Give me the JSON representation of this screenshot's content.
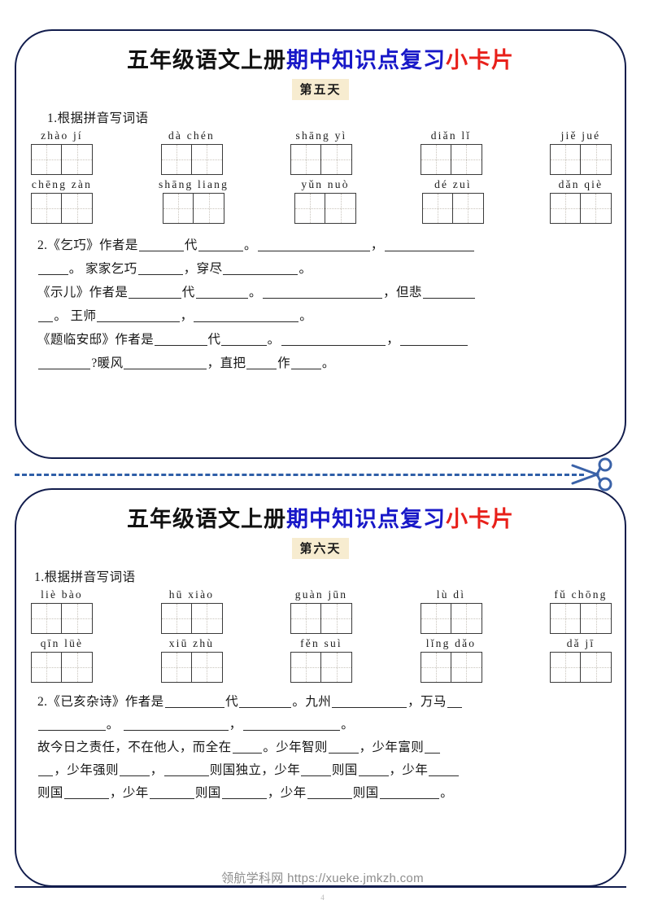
{
  "document": {
    "watermark": "领航学科网 https://xueke.jmkzh.com",
    "page_number": "4"
  },
  "title": {
    "part_black": "五年级语文上册",
    "part_blue": "期中知识点复习",
    "part_red": "小卡片"
  },
  "cut": {
    "scissors_icon": "scissors-icon"
  },
  "cards": [
    {
      "day_label": "第五天",
      "q1": {
        "heading": "1.根据拼音写词语",
        "rows": [
          [
            {
              "pinyin": "zhào jí",
              "cells": 2
            },
            {
              "pinyin": "dà chén",
              "cells": 2
            },
            {
              "pinyin": "shāng yì",
              "cells": 2
            },
            {
              "pinyin": "diǎn lǐ",
              "cells": 2
            },
            {
              "pinyin": "jiě jué",
              "cells": 2
            }
          ],
          [
            {
              "pinyin": "chēng zàn",
              "cells": 2
            },
            {
              "pinyin": "shāng liang",
              "cells": 2
            },
            {
              "pinyin": "yǔn nuò",
              "cells": 2
            },
            {
              "pinyin": "dé zuì",
              "cells": 2
            },
            {
              "pinyin": "dǎn qiè",
              "cells": 2
            }
          ]
        ]
      },
      "q2": {
        "lines": [
          "2.《乞巧》作者是______代______。_______________，____________",
          "____。 家家乞巧______，穿尽__________。",
          "《示儿》作者是_______代_______。________________，但悲_______",
          "__。 王师___________，______________。",
          "《题临安邸》作者是_______代______。______________，_________",
          "_______?暖风___________，直把____作____。"
        ]
      }
    },
    {
      "day_label": "第六天",
      "q1": {
        "heading": "1.根据拼音写词语",
        "rows": [
          [
            {
              "pinyin": "liè bào",
              "cells": 2
            },
            {
              "pinyin": "hū xiào",
              "cells": 2
            },
            {
              "pinyin": "guàn jūn",
              "cells": 2
            },
            {
              "pinyin": "lù dì",
              "cells": 2
            },
            {
              "pinyin": "fǔ chōng",
              "cells": 2
            }
          ],
          [
            {
              "pinyin": "qīn lüè",
              "cells": 2
            },
            {
              "pinyin": "xiū zhù",
              "cells": 2
            },
            {
              "pinyin": "fěn suì",
              "cells": 2
            },
            {
              "pinyin": "lǐng dǎo",
              "cells": 2
            },
            {
              "pinyin": "dǎ jī",
              "cells": 2
            }
          ]
        ]
      },
      "q2": {
        "lines": [
          "2.《已亥杂诗》作者是________代_______。九州__________，万马__",
          "_________。 ______________，_____________。",
          "故今日之责任，不在他人，而全在____。少年智则____，少年富则__",
          "__，少年强则____，______则国独立，少年____则国____，少年____",
          "则国______，少年______则国______，少年______则国________。"
        ]
      }
    }
  ],
  "colors": {
    "card_border": "#121d4d",
    "title_black": "#111111",
    "title_blue": "#1818c8",
    "title_red": "#e8201a",
    "day_badge_bg": "#f7ecd0",
    "cut_line": "#2f5fa8",
    "grid_border": "#3b3b3b",
    "grid_guide": "#c9c4bc"
  }
}
